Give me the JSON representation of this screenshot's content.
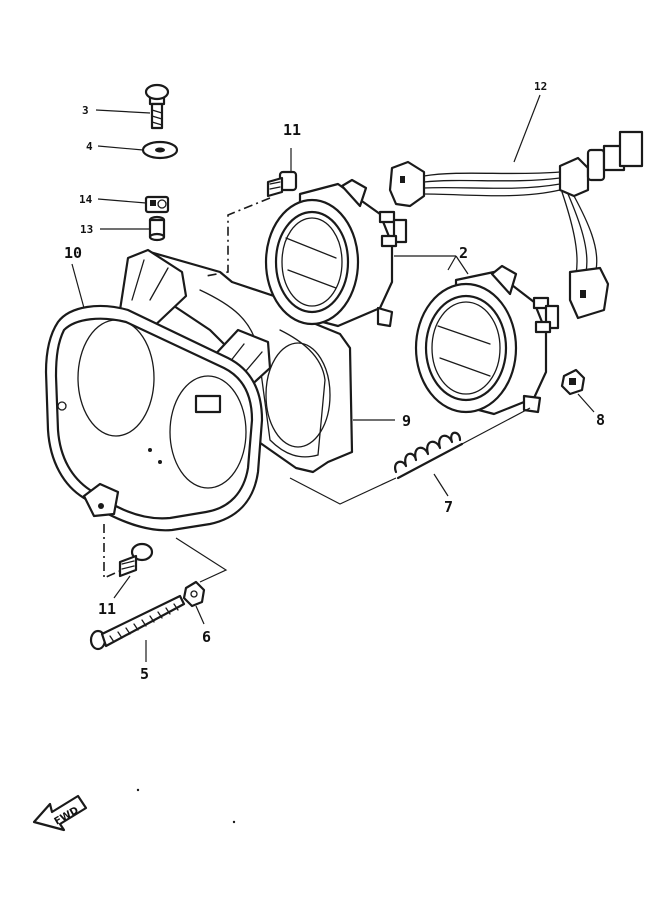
{
  "callouts": {
    "c2": "2",
    "c3": "3",
    "c4": "4",
    "c5": "5",
    "c6": "6",
    "c7": "7",
    "c8": "8",
    "c9": "9",
    "c10": "10",
    "c11a": "11",
    "c11b": "11",
    "c12": "12",
    "c13": "13",
    "c14": "14"
  },
  "fwd_label": "FWD",
  "icons": {
    "direction": "forward-arrow-icon"
  }
}
